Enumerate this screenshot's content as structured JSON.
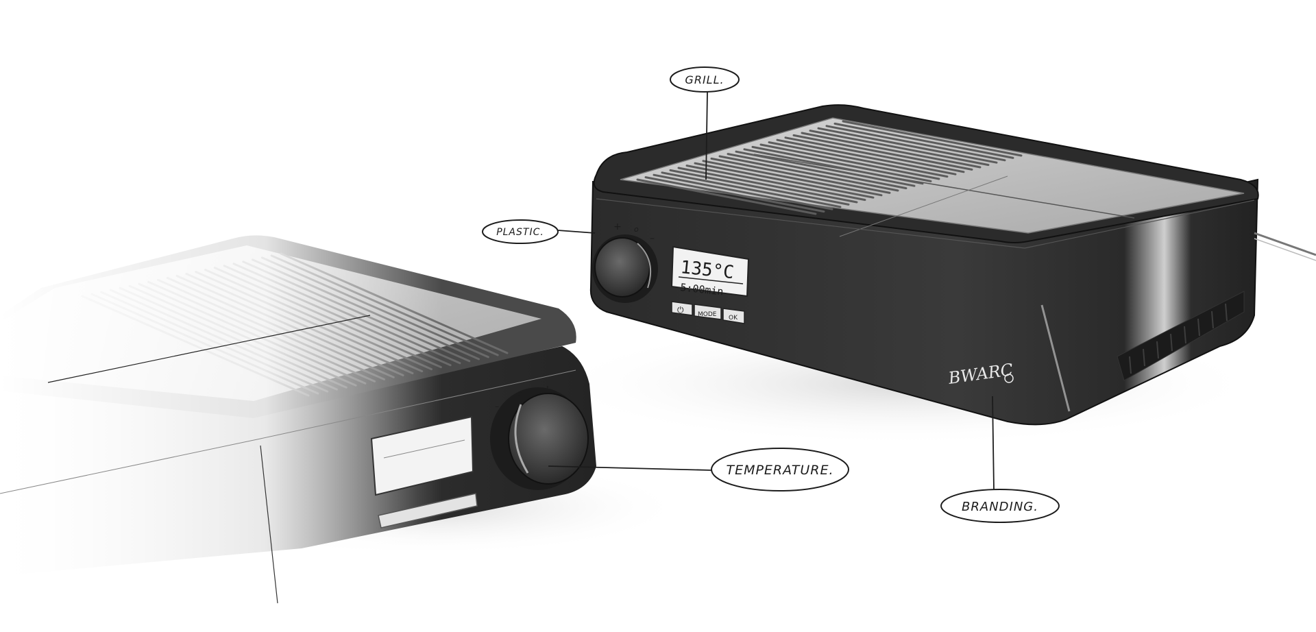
{
  "callouts": {
    "grill": "GRILL.",
    "plastic": "PLASTIC.",
    "temperature": "TEMPERATURE.",
    "branding": "BRANDING."
  },
  "display": {
    "temperature": "135°C",
    "time": "5:00min"
  },
  "buttons": {
    "power": "⏻",
    "mode": "MODE",
    "ok": "OK"
  },
  "dial": {
    "minus": "–",
    "zero": "o",
    "plus": "+"
  },
  "brand": "BWARC",
  "colors": {
    "body": "#2a2a2a",
    "body_highlight": "#5a5a5a",
    "plate": "#bdbdbd",
    "ink": "#1c1c1c"
  }
}
